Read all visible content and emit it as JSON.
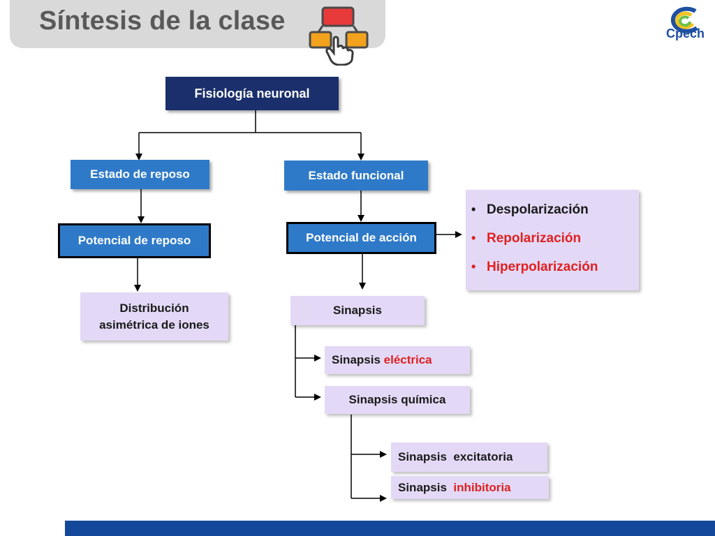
{
  "title": "Síntesis de la clase",
  "logo": {
    "text": "Cpech"
  },
  "icons": {
    "flow": "flowchart-hand-icon",
    "logo": "cpech-logo-icon"
  },
  "colors": {
    "navy": "#1a2f6b",
    "blue": "#2f7ac8",
    "lavender": "#e3d9f6",
    "red": "#e02020",
    "footer": "#14489a"
  },
  "nodes": {
    "root": "Fisiología neuronal",
    "reposo": "Estado de reposo",
    "funcional": "Estado funcional",
    "potencial_reposo": "Potencial de reposo",
    "potencial_accion": "Potencial de acción",
    "distribucion": "Distribución asimétrica de iones",
    "sinapsis": "Sinapsis",
    "sinapsis_electrica": {
      "prefix": "Sinapsis ",
      "highlight": "eléctrica"
    },
    "sinapsis_quimica": "Sinapsis química",
    "sinapsis_excitatoria": "Sinapsis  excitatoria",
    "sinapsis_inhibitoria": {
      "prefix": "Sinapsis  ",
      "highlight": "inhibitoria"
    }
  },
  "phases": [
    {
      "bullet": "•",
      "label": "Despolarización"
    },
    {
      "bullet": "•",
      "label": "Repolarización"
    },
    {
      "bullet": "•",
      "label": "Hiperpolarización"
    }
  ]
}
